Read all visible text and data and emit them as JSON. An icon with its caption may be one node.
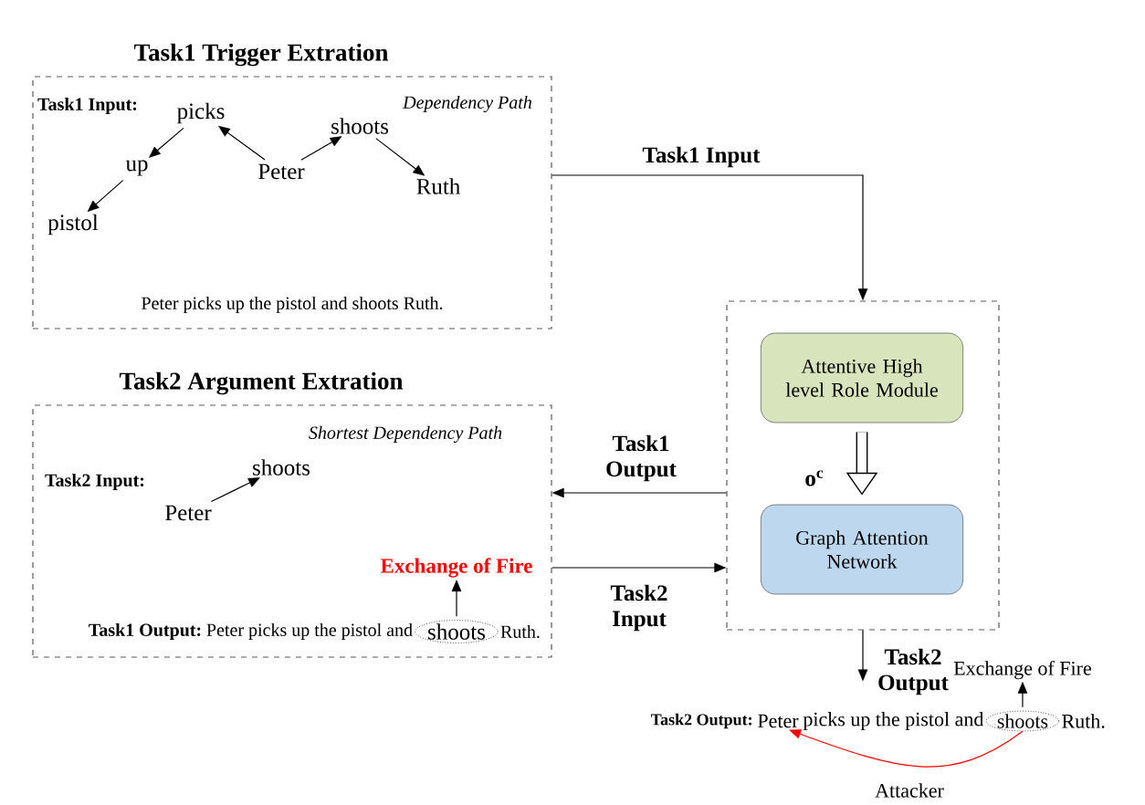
{
  "diagram": {
    "nodes": [
      {
        "text": [
          "Task1 Trigger Extration"
        ]
      },
      {
        "text": [
          "picks"
        ],
        "in": 0
      },
      {
        "text": [
          "up"
        ],
        "in": 0
      },
      {
        "text": [
          "pistol"
        ],
        "in": 0
      },
      {
        "text": [
          "Peter"
        ],
        "in": 0
      },
      {
        "text": [
          "shoots"
        ],
        "in": 0
      },
      {
        "text": [
          "Ruth"
        ],
        "in": 0
      },
      {
        "text": [
          "Task2 Argument Extration"
        ]
      },
      {
        "text": [
          "Peter"
        ],
        "in": 7
      },
      {
        "text": [
          "shoots"
        ],
        "in": 7
      },
      {
        "text": [
          "shoots"
        ],
        "in": 7
      },
      {
        "text": [
          "Exchange of Fire"
        ],
        "in": 7
      },
      {
        "text": [],
        "shape": "box"
      },
      {
        "text": [
          "Attentive High level Role Module"
        ],
        "in": 12
      },
      {
        "text": [
          "Graph Attention Network"
        ],
        "in": 12
      },
      {
        "text": [
          "Peter"
        ]
      },
      {
        "text": [
          "shoots"
        ]
      },
      {
        "text": [
          "Exchange of Fire"
        ]
      }
    ],
    "edges": [
      {
        "from": 4,
        "to": 1,
        "arrow": "to"
      },
      {
        "from": 1,
        "to": 2,
        "arrow": "to"
      },
      {
        "from": 2,
        "to": 3,
        "arrow": "to"
      },
      {
        "from": 4,
        "to": 5,
        "arrow": "to"
      },
      {
        "from": 5,
        "to": 6,
        "arrow": "to"
      },
      {
        "from": 8,
        "to": 9,
        "arrow": "to"
      },
      {
        "from": 10,
        "to": 11,
        "arrow": "to"
      },
      {
        "from": 0,
        "to": 12,
        "arrow": "to",
        "label": "Task1 Input"
      },
      {
        "from": 12,
        "to": 7,
        "arrow": "to",
        "label": "Task1 Output"
      },
      {
        "from": 7,
        "to": 12,
        "arrow": "to",
        "label": "Task2 Input"
      },
      {
        "from": 13,
        "to": 14,
        "arrow": "to",
        "label": "o$^{c}$",
        "style": "thick"
      },
      {
        "from": 12,
        "to": null,
        "arrow": "to",
        "label": "Task2 Output"
      },
      {
        "from": 16,
        "to": 17,
        "arrow": "to"
      },
      {
        "from": 16,
        "to": 15,
        "arrow": "to",
        "label": "Attacker",
        "color": "#ff0000"
      }
    ],
    "labels": [
      "Task1 Input:",
      "Dependency Path",
      "Peter picks up the pistol and shoots Ruth.",
      "Shortest Dependency Path",
      "Task2 Input:",
      "Task1 Output:",
      "Peter picks up the pistol and",
      "Ruth.",
      "Task2 Output:",
      "picks up the pistol and",
      "Ruth."
    ]
  }
}
